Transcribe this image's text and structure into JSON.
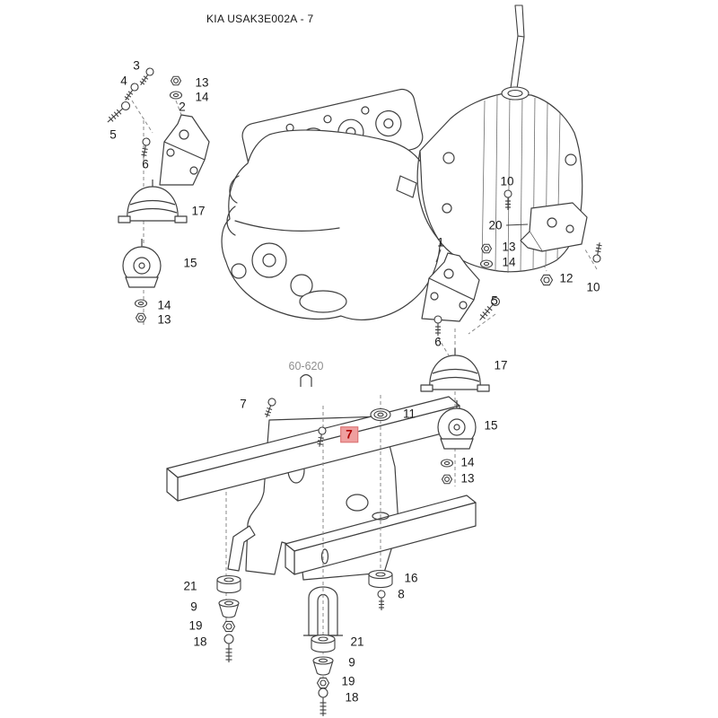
{
  "title": "KIA USAK3E002A - 7",
  "highlight": {
    "value": "7",
    "bg": "#ef9f9f",
    "text_color": "#b00000"
  },
  "colors": {
    "line": "#3f3f3f",
    "dash": "#8a8a8a",
    "muted_label": "#8f8f8f"
  },
  "callouts": [
    {
      "text": "3"
    },
    {
      "text": "4"
    },
    {
      "text": "13"
    },
    {
      "text": "14"
    },
    {
      "text": "2"
    },
    {
      "text": "5"
    },
    {
      "text": "6"
    },
    {
      "text": "17"
    },
    {
      "text": "15"
    },
    {
      "text": "14"
    },
    {
      "text": "13"
    },
    {
      "text": "10"
    },
    {
      "text": "20"
    },
    {
      "text": "13"
    },
    {
      "text": "14"
    },
    {
      "text": "12"
    },
    {
      "text": "10"
    },
    {
      "text": "1"
    },
    {
      "text": "5"
    },
    {
      "text": "6"
    },
    {
      "text": "17"
    },
    {
      "text": "15"
    },
    {
      "text": "14"
    },
    {
      "text": "13"
    },
    {
      "text": "60-620"
    },
    {
      "text": "7"
    },
    {
      "text": "7"
    },
    {
      "text": "11"
    },
    {
      "text": "21"
    },
    {
      "text": "9"
    },
    {
      "text": "19"
    },
    {
      "text": "18"
    },
    {
      "text": "16"
    },
    {
      "text": "8"
    },
    {
      "text": "21"
    },
    {
      "text": "9"
    },
    {
      "text": "19"
    },
    {
      "text": "18"
    }
  ]
}
